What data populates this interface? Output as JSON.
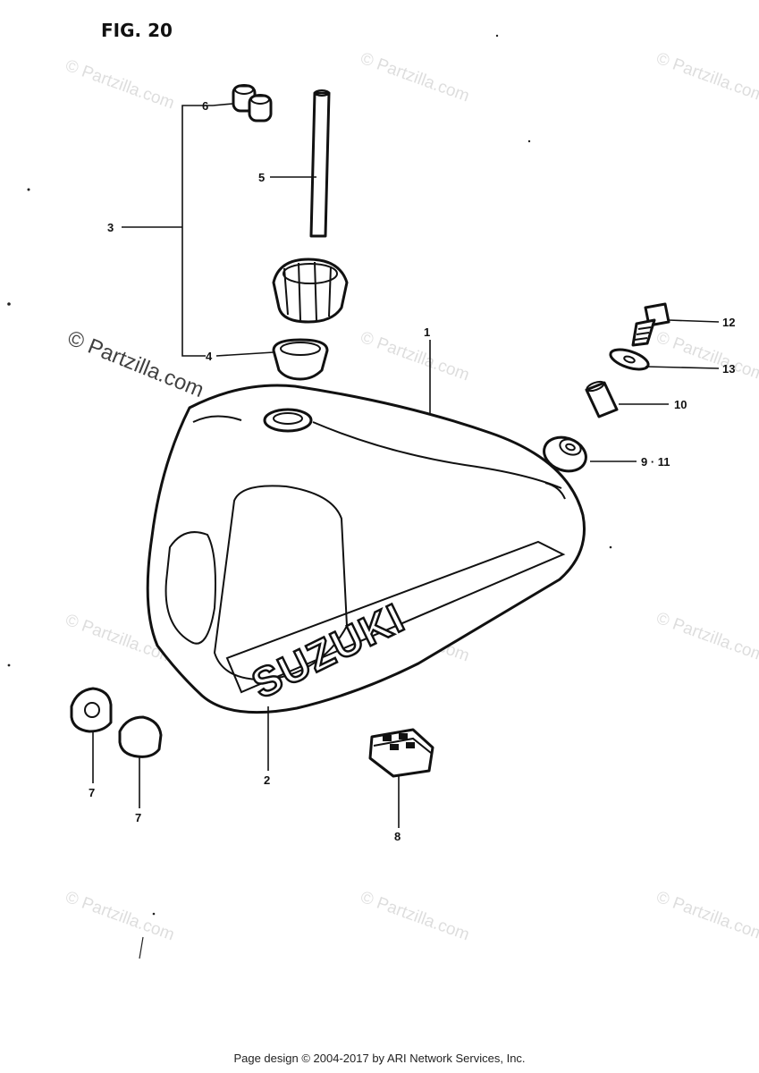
{
  "figure": {
    "title": "FIG. 20"
  },
  "callouts": {
    "c1": "1",
    "c2": "2",
    "c3": "3",
    "c4": "4",
    "c5": "5",
    "c6": "6",
    "c7a": "7",
    "c7b": "7",
    "c8": "8",
    "c9_11": "9 · 11",
    "c10": "10",
    "c12": "12",
    "c13": "13"
  },
  "tank_brand": "SUZUKI",
  "watermark": "© Partzilla.com",
  "footer": {
    "text": "Page design © 2004-2017 by ARI Network Services, Inc."
  }
}
